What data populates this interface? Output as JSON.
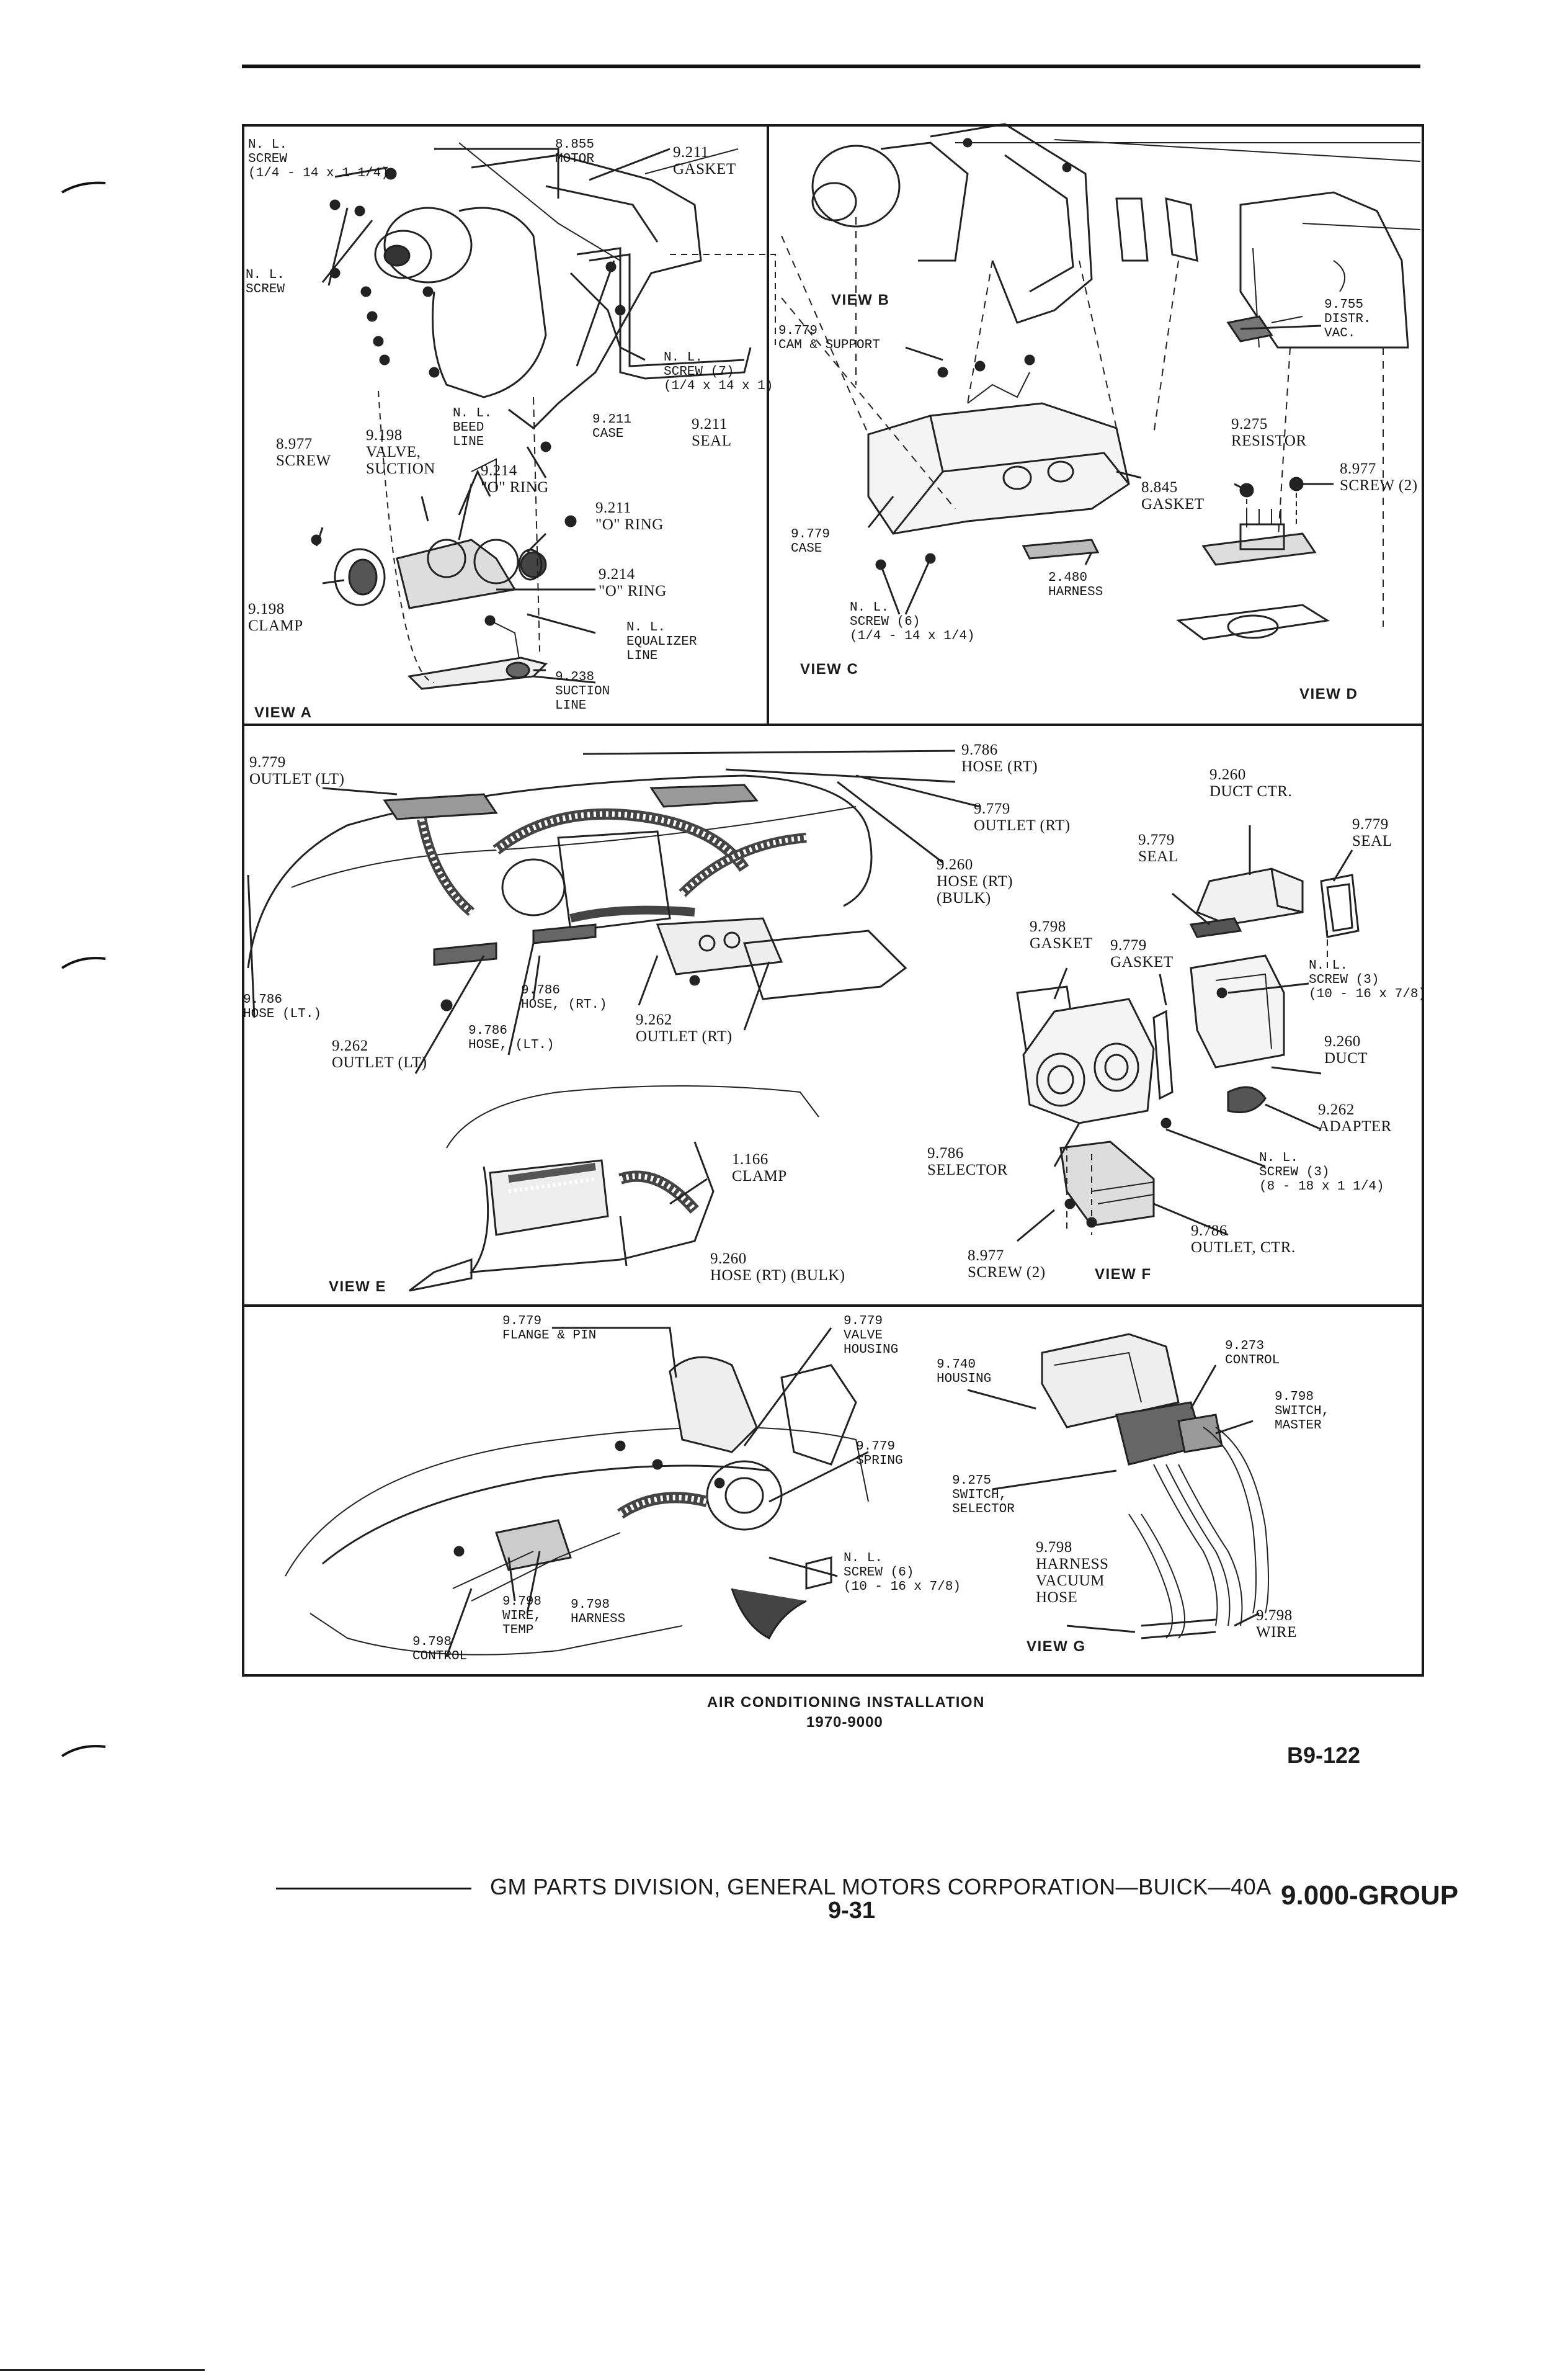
{
  "caption": {
    "title": "AIR CONDITIONING INSTALLATION",
    "subtitle": "1970-9000"
  },
  "figure_ref": "B9-122",
  "footer": {
    "publisher": "GM PARTS DIVISION, GENERAL MOTORS CORPORATION—BUICK—40A",
    "page": "9-31",
    "group": "9.000-GROUP"
  },
  "views": {
    "a": {
      "title": "VIEW A",
      "labels": [
        "N. L.\nSCREW\n(1/4 - 14 x 1 1/4)",
        "8.855\nMOTOR",
        "9.211\nGASKET",
        "N. L.\nSCREW",
        "N. L.\nSCREW (7)\n(1/4 x 14 x 1)",
        "N. L.\nBEED\nLINE",
        "9.211\nCASE",
        "9.211\nSEAL",
        "8.977\nSCREW",
        "9.198\nVALVE,\nSUCTION",
        "9.214\n\"O\" RING",
        "9.211\n\"O\" RING",
        "9.214\n\"O\" RING",
        "9.198\nCLAMP",
        "N. L.\nEQUALIZER\nLINE",
        "9.238\nSUCTION\nLINE"
      ]
    },
    "b": {
      "title": "VIEW B",
      "labels": [
        "9.755\nDISTR.\nVAC."
      ]
    },
    "c": {
      "title": "VIEW C",
      "labels": [
        "9.779\nCAM & SUPPORT",
        "8.845\nGASKET",
        "9.779\nCASE",
        "2.480\nHARNESS",
        "N. L.\nSCREW (6)\n(1/4 - 14 x 1/4)"
      ]
    },
    "d": {
      "title": "VIEW D",
      "labels": [
        "9.275\nRESISTOR",
        "8.977\nSCREW (2)"
      ]
    },
    "e": {
      "title": "VIEW E",
      "labels": [
        "9.779\nOUTLET (LT)",
        "9.786\nHOSE (RT)",
        "9.779\nOUTLET (RT)",
        "9.260\nHOSE (RT)\n(BULK)",
        "9.786\nHOSE (LT.)",
        "9.786\nHOSE, (RT.)",
        "9.262\nOUTLET (RT)",
        "9.786\nHOSE, (LT.)",
        "9.262\nOUTLET (LT)",
        "1.166\nCLAMP",
        "9.260\nHOSE (RT) (BULK)"
      ]
    },
    "f": {
      "title": "VIEW F",
      "labels": [
        "9.260\nDUCT CTR.",
        "9.779\nSEAL",
        "9.779\nSEAL",
        "9.798\nGASKET",
        "9.779\nGASKET",
        "N. L.\nSCREW (3)\n(10 - 16 x 7/8)",
        "9.260\nDUCT",
        "9.262\nADAPTER",
        "9.786\nSELECTOR",
        "N. L.\nSCREW (3)\n(8 - 18 x 1 1/4)",
        "9.786\nOUTLET, CTR.",
        "8.977\nSCREW (2)"
      ]
    },
    "g": {
      "title": "VIEW G",
      "labels": [
        "9.779\nFLANGE & PIN",
        "9.779\nVALVE\nHOUSING",
        "9.779\nSPRING",
        "N. L.\nSCREW (6)\n(10 - 16 x 7/8)",
        "9.798\nWIRE,\nTEMP",
        "9.798\nHARNESS",
        "9.798\nCONTROL",
        "9.740\nHOUSING",
        "9.273\nCONTROL",
        "9.798\nSWITCH,\nMASTER",
        "9.275\nSWITCH,\nSELECTOR",
        "9.798\nHARNESS\nVACUUM\nHOSE",
        "9.798\nWIRE"
      ]
    }
  }
}
